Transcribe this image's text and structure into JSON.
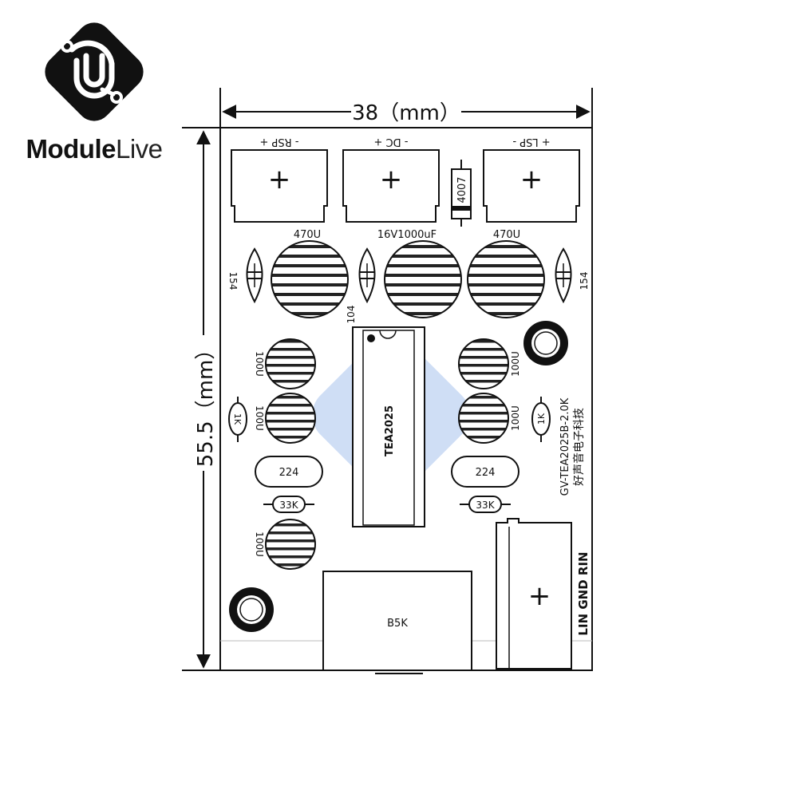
{
  "brand": {
    "bold": "Module",
    "light": "Live"
  },
  "dimensions": {
    "width": "38（mm）",
    "height": "55.5（mm）"
  },
  "terminals": {
    "rsp": "- RSP +",
    "dc": "- DC +",
    "lsp": "+ LSP -"
  },
  "diode": "4007",
  "capacitors": {
    "big_left": "470U",
    "big_mid": "16V1000uF",
    "big_right": "470U",
    "film_left": "154",
    "film_mid": "104",
    "film_right": "154",
    "e1": "100U",
    "e2": "100U",
    "e3": "100U",
    "e4": "100U",
    "e5": "100U",
    "cer_left": "224",
    "cer_right": "224"
  },
  "resistors": {
    "r1k_left": "1K",
    "r1k_right": "1K",
    "r33k_left": "33K",
    "r33k_right": "33K"
  },
  "chip": "TEA2025",
  "pot": "B5K",
  "model": "GV-TEA2025B-2.0K",
  "maker": "好声音电子科技",
  "input_labels": "LIN GND RIN",
  "plus_sign": "+"
}
